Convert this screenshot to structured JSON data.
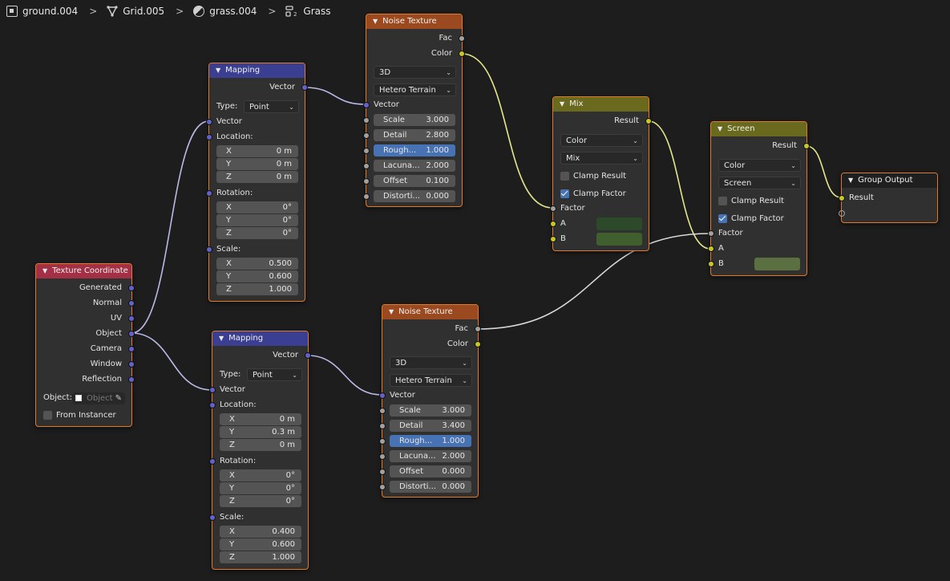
{
  "breadcrumb": [
    {
      "label": "ground.004",
      "icon": "object-icon"
    },
    {
      "label": "Grid.005",
      "icon": "mesh-icon"
    },
    {
      "label": "grass.004",
      "icon": "material-icon"
    },
    {
      "label": "Grass",
      "icon": "node-tree-icon"
    }
  ],
  "breadcrumb_separator": ">",
  "nodes": {
    "texcoord": {
      "title": "Texture Coordinate",
      "header_color": "#a33044",
      "outputs": [
        "Generated",
        "Normal",
        "UV",
        "Object",
        "Camera",
        "Window",
        "Reflection"
      ],
      "object_label": "Object:",
      "object_placeholder": "Object",
      "from_instancer": "From Instancer"
    },
    "mapping1": {
      "title": "Mapping",
      "header_color": "#3b3f91",
      "output": "Vector",
      "type_label": "Type:",
      "type_value": "Point",
      "vector_input": "Vector",
      "location_label": "Location:",
      "location": [
        [
          "X",
          "0 m"
        ],
        [
          "Y",
          "0 m"
        ],
        [
          "Z",
          "0 m"
        ]
      ],
      "rotation_label": "Rotation:",
      "rotation": [
        [
          "X",
          "0°"
        ],
        [
          "Y",
          "0°"
        ],
        [
          "Z",
          "0°"
        ]
      ],
      "scale_label": "Scale:",
      "scale": [
        [
          "X",
          "0.500"
        ],
        [
          "Y",
          "0.600"
        ],
        [
          "Z",
          "1.000"
        ]
      ]
    },
    "mapping2": {
      "title": "Mapping",
      "header_color": "#3b3f91",
      "output": "Vector",
      "type_label": "Type:",
      "type_value": "Point",
      "vector_input": "Vector",
      "location_label": "Location:",
      "location": [
        [
          "X",
          "0 m"
        ],
        [
          "Y",
          "0.3 m"
        ],
        [
          "Z",
          "0 m"
        ]
      ],
      "rotation_label": "Rotation:",
      "rotation": [
        [
          "X",
          "0°"
        ],
        [
          "Y",
          "0°"
        ],
        [
          "Z",
          "0°"
        ]
      ],
      "scale_label": "Scale:",
      "scale": [
        [
          "X",
          "0.400"
        ],
        [
          "Y",
          "0.600"
        ],
        [
          "Z",
          "1.000"
        ]
      ]
    },
    "noise1": {
      "title": "Noise Texture",
      "header_color": "#9b4a1f",
      "outputs": [
        "Fac",
        "Color"
      ],
      "dimensions": "3D",
      "noise_type": "Hetero Terrain",
      "vector_input": "Vector",
      "params": [
        [
          "Scale",
          "3.000"
        ],
        [
          "Detail",
          "2.800"
        ],
        [
          "Rough...",
          "1.000"
        ],
        [
          "Lacuna...",
          "2.000"
        ],
        [
          "Offset",
          "0.100"
        ],
        [
          "Distorti...",
          "0.000"
        ]
      ]
    },
    "noise2": {
      "title": "Noise Texture",
      "header_color": "#9b4a1f",
      "outputs": [
        "Fac",
        "Color"
      ],
      "dimensions": "3D",
      "noise_type": "Hetero Terrain",
      "vector_input": "Vector",
      "params": [
        [
          "Scale",
          "3.000"
        ],
        [
          "Detail",
          "3.400"
        ],
        [
          "Rough...",
          "1.000"
        ],
        [
          "Lacuna...",
          "2.000"
        ],
        [
          "Offset",
          "0.000"
        ],
        [
          "Distorti...",
          "0.000"
        ]
      ]
    },
    "mix": {
      "title": "Mix",
      "header_color": "#6a6a1e",
      "output": "Result",
      "data_type": "Color",
      "blend": "Mix",
      "clamp_result": "Clamp Result",
      "clamp_factor": "Clamp Factor",
      "inputs": [
        "Factor",
        "A",
        "B"
      ],
      "color_a": "#2c4a2a",
      "color_b": "#3f5f2f"
    },
    "screen": {
      "title": "Screen",
      "header_color": "#6a6a1e",
      "output": "Result",
      "data_type": "Color",
      "blend": "Screen",
      "clamp_result": "Clamp Result",
      "clamp_factor": "Clamp Factor",
      "inputs": [
        "Factor",
        "A",
        "B"
      ],
      "color_b": "#5a7040"
    },
    "group_output": {
      "title": "Group Output",
      "header_color": "#1f1f1f",
      "input": "Result"
    }
  },
  "colors": {
    "background": "#1d1d1d",
    "node_body": "#303030",
    "selected_border": "#e07a2a",
    "vector_socket": "#6363c7",
    "color_socket": "#c7c729",
    "float_socket": "#a1a1a1",
    "wire_vector": "#b9b9e6",
    "wire_color": "#e6e68c",
    "wire_float": "#d8d8d8"
  }
}
